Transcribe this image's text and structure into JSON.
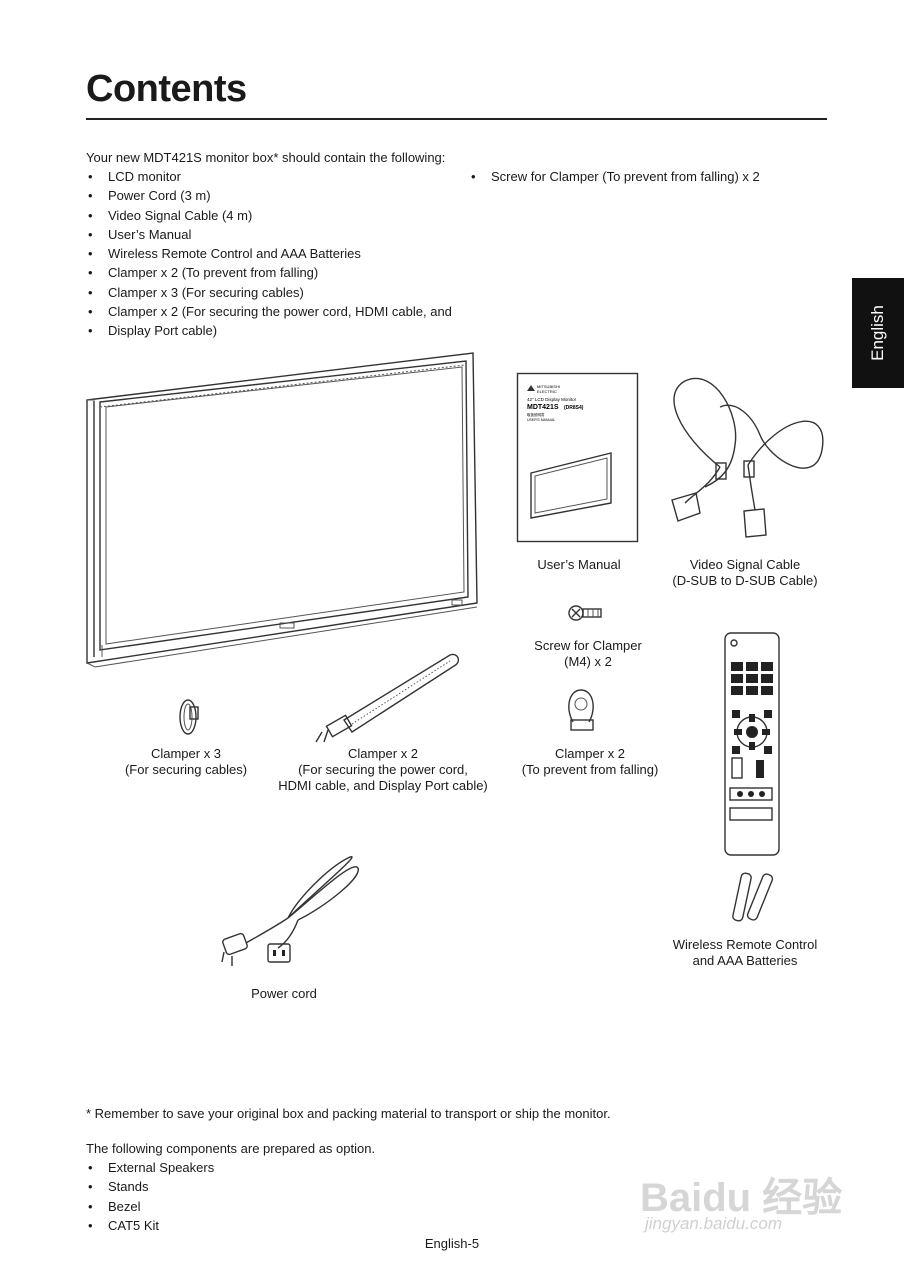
{
  "heading": "Contents",
  "intro": "Your new MDT421S monitor box* should contain the following:",
  "contents_left": [
    "LCD monitor",
    "Power Cord (3 m)",
    "Video Signal Cable (4 m)",
    "User’s Manual",
    "Wireless Remote Control and AAA Batteries",
    "Clamper x 2 (To prevent from falling)",
    "Clamper x 3 (For securing cables)",
    "Clamper x 2 (For securing the power cord, HDMI cable, and",
    "Display Port cable)"
  ],
  "contents_right": [
    "Screw for Clamper (To prevent from falling) x 2"
  ],
  "language_tab": "English",
  "manual_cover": {
    "brand1": "MITSUBISHI",
    "brand2": "ELECTRIC",
    "line1": "42\" LCD Display Monitor",
    "model": "MDT421S",
    "model_code": "(DR8S4)",
    "line2": "取扱説明書",
    "line3": "USER'S MANUAL"
  },
  "captions": {
    "manual": [
      "User’s Manual"
    ],
    "video_cable": [
      "Video Signal Cable",
      "(D-SUB to D-SUB Cable)"
    ],
    "screw": [
      "Screw for Clamper",
      "(M4) x 2"
    ],
    "clamper3": [
      "Clamper x 3",
      "(For securing cables)"
    ],
    "clamper2_cord": [
      "Clamper x 2",
      "(For securing the power cord,",
      "HDMI cable, and Display Port cable)"
    ],
    "clamper2_fall": [
      "Clamper x 2",
      "(To prevent from falling)"
    ],
    "remote": [
      "Wireless Remote Control",
      "and AAA Batteries"
    ],
    "power_cord": [
      "Power cord"
    ]
  },
  "footnote": "* Remember to save your original box and packing material to transport or ship the monitor.",
  "options_intro": "The following components are prepared as option.",
  "options": [
    "External Speakers",
    "Stands",
    "Bezel",
    "CAT5 Kit"
  ],
  "page_number": "English-5",
  "watermark": {
    "logo": "Baidu 经验",
    "url": "jingyan.baidu.com"
  },
  "icons": [
    "lcd-monitor-illustration",
    "manual-illustration",
    "video-cable-illustration",
    "screw-icon",
    "clamper-ring-icon",
    "cable-tie-icon",
    "clamper-loop-icon",
    "remote-control-illustration",
    "batteries-illustration",
    "power-cord-illustration"
  ]
}
